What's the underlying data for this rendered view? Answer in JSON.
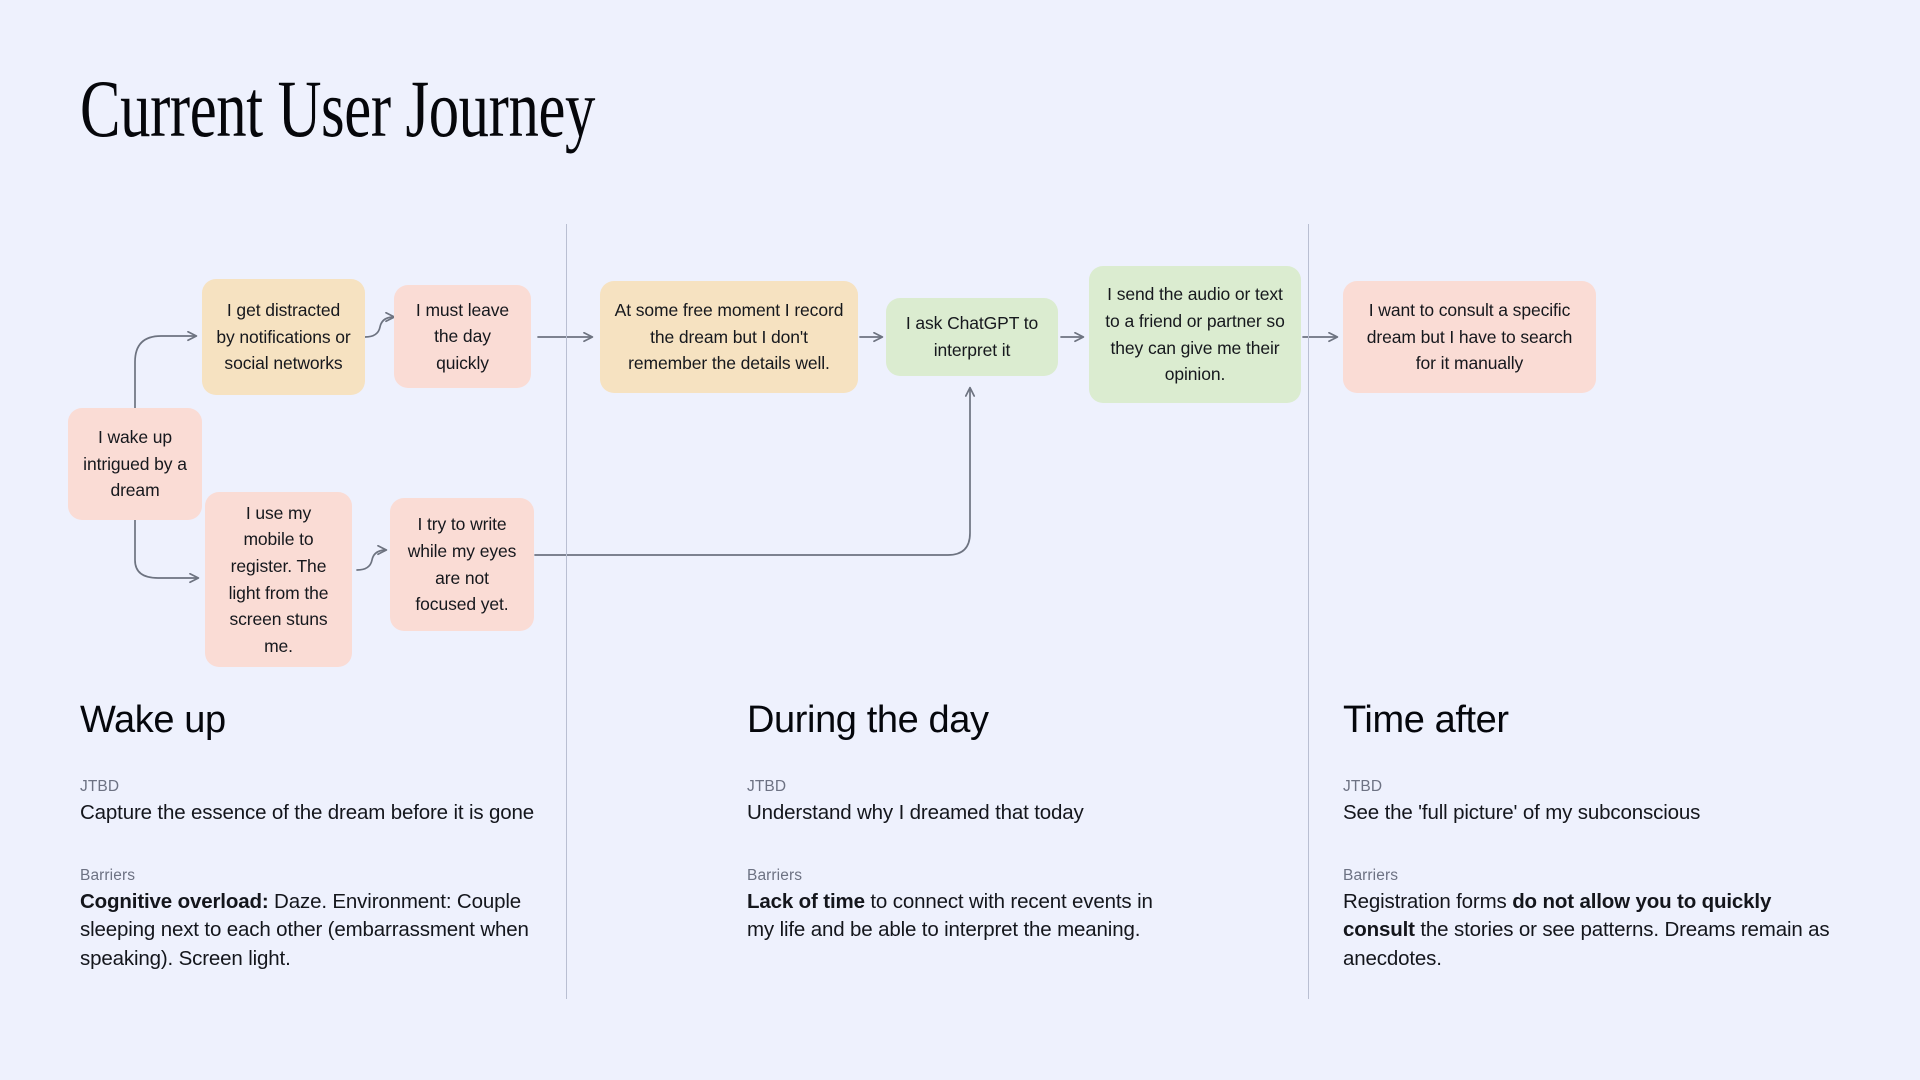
{
  "title": "Current User Journey",
  "colors": {
    "background": "#eef1fd",
    "card_pink": "#fadcd5",
    "card_tan": "#f6e2c1",
    "card_green": "#dbecd0",
    "connector": "#6d7380",
    "divider": "#b9bfd2",
    "muted_text": "#6d7283"
  },
  "flow": {
    "cards": [
      {
        "id": "wake-up",
        "text": "I wake up intrigued by a dream",
        "color": "pink"
      },
      {
        "id": "distracted",
        "text": "I get distracted by notifications or social networks",
        "color": "tan"
      },
      {
        "id": "leave-day-quickly",
        "text": "I must leave the day quickly",
        "color": "pink"
      },
      {
        "id": "use-mobile",
        "text": "I use my mobile to register. The light from the screen stuns me.",
        "color": "pink"
      },
      {
        "id": "try-to-write",
        "text": "I try to write while my eyes are not focused yet.",
        "color": "pink"
      },
      {
        "id": "record-dream",
        "text": "At some free moment I record the dream but I don't remember the details well.",
        "color": "tan"
      },
      {
        "id": "ask-chatgpt",
        "text": "I ask ChatGPT to interpret it",
        "color": "green"
      },
      {
        "id": "send-to-friend",
        "text": "I send the audio or text to a friend or partner so they can give me their opinion.",
        "color": "green"
      },
      {
        "id": "consult-dream",
        "text": "I want to consult a specific dream but I have to search for it manually",
        "color": "pink"
      }
    ]
  },
  "phases": [
    {
      "id": "wake-up",
      "title": "Wake up",
      "jtbd_label": "JTBD",
      "jtbd_text": "Capture the essence of the dream before it is gone",
      "barriers_label": "Barriers",
      "barriers_bold": "Cognitive overload:",
      "barriers_text": " Daze. Environment: Couple sleeping next to each other (embarrassment when speaking). Screen light."
    },
    {
      "id": "during-the-day",
      "title": "During the day",
      "jtbd_label": "JTBD",
      "jtbd_text": "Understand why I dreamed that today",
      "barriers_label": "Barriers",
      "barriers_bold": "Lack of time",
      "barriers_text": " to connect with recent events in my life and be able to interpret the meaning."
    },
    {
      "id": "time-after",
      "title": "Time after",
      "jtbd_label": "JTBD",
      "jtbd_text": "See the 'full picture' of my subconscious",
      "barriers_prefix": "Registration forms ",
      "barriers_label": "Barriers",
      "barriers_bold": "do not allow you to quickly consult",
      "barriers_text": " the stories or see patterns. Dreams remain as anecdotes."
    }
  ]
}
